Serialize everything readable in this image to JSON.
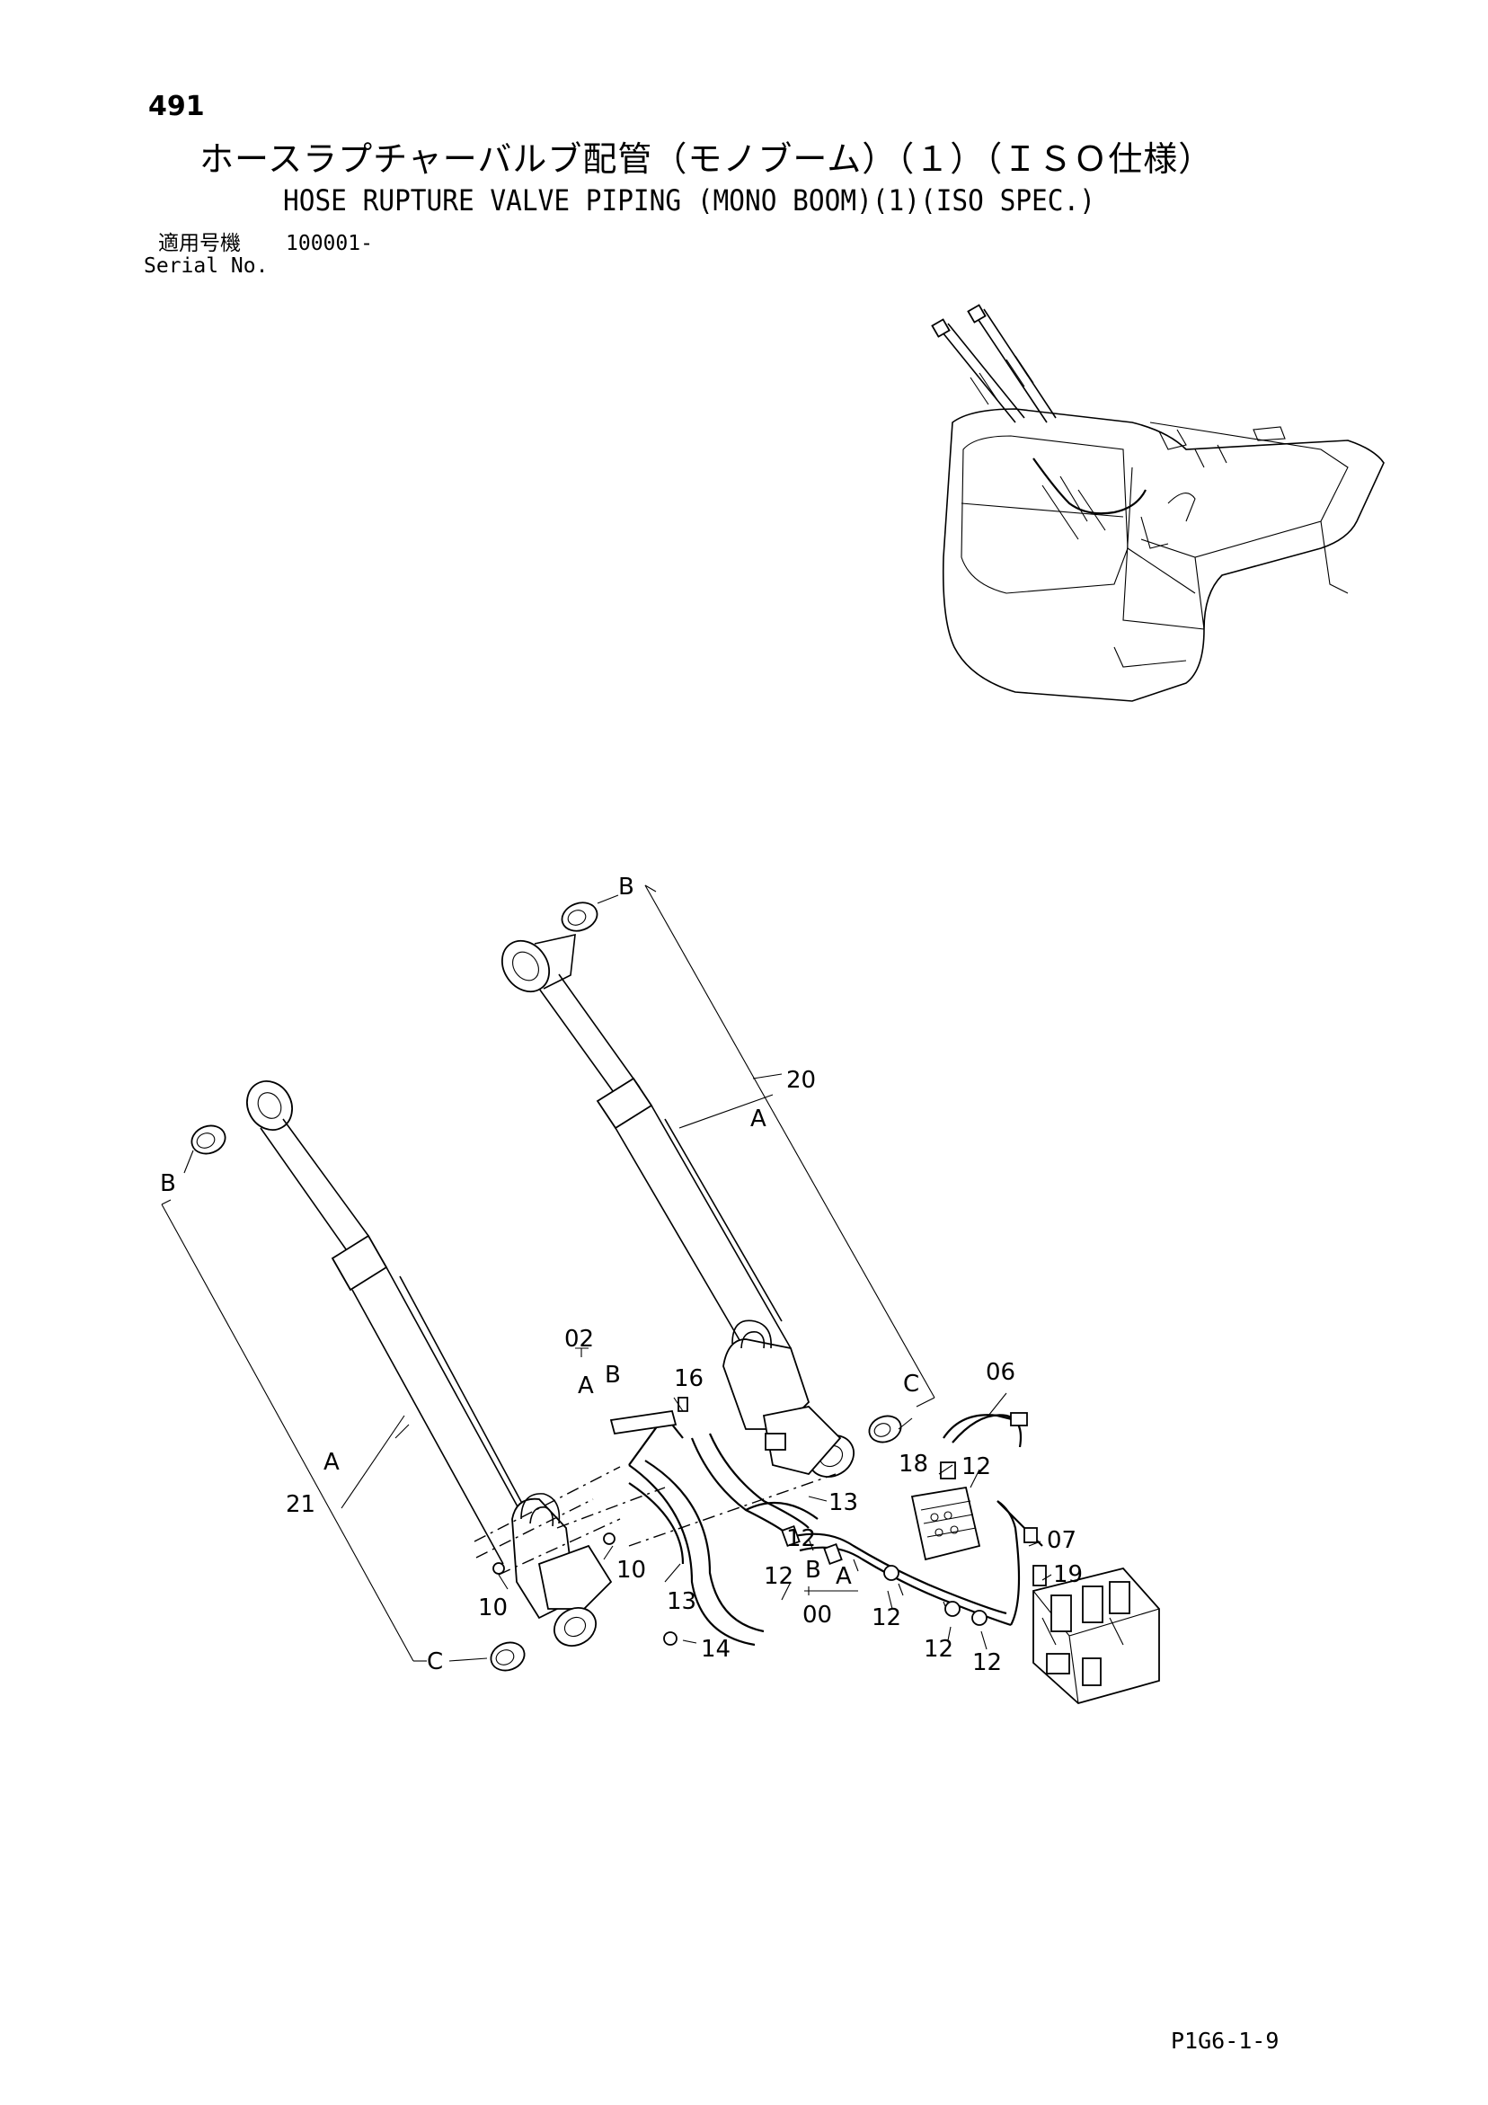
{
  "header": {
    "page_number": "491",
    "title_jp": "ホースラプチャーバルブ配管（モノブーム）（１）（ＩＳＯ仕様）",
    "title_en": "HOSE RUPTURE VALVE PIPING (MONO BOOM)(1)(ISO SPEC.)",
    "serial_label_jp": "適用号機",
    "serial_value": "100001-",
    "serial_label_en": "Serial No."
  },
  "footer": {
    "code": "P1G6-1-9"
  },
  "callouts": {
    "c20": "20",
    "c21": "21",
    "c02": "02",
    "c00": "00",
    "c06": "06",
    "c07": "07",
    "c16": "16",
    "c18": "18",
    "c19": "19",
    "c14": "14",
    "c13a": "13",
    "c13b": "13",
    "c12a": "12",
    "c12b": "12",
    "c12c": "12",
    "c12d": "12",
    "c12e": "12",
    "c12f": "12",
    "c10a": "10",
    "c10b": "10",
    "letter_b_top": "B",
    "letter_a_right": "A",
    "letter_b_left": "B",
    "letter_a_left": "A",
    "letter_c_right": "C",
    "letter_c_left": "C",
    "letter_a_02": "A",
    "letter_b_02": "B",
    "letter_b_00": "B",
    "letter_a_00": "A"
  }
}
